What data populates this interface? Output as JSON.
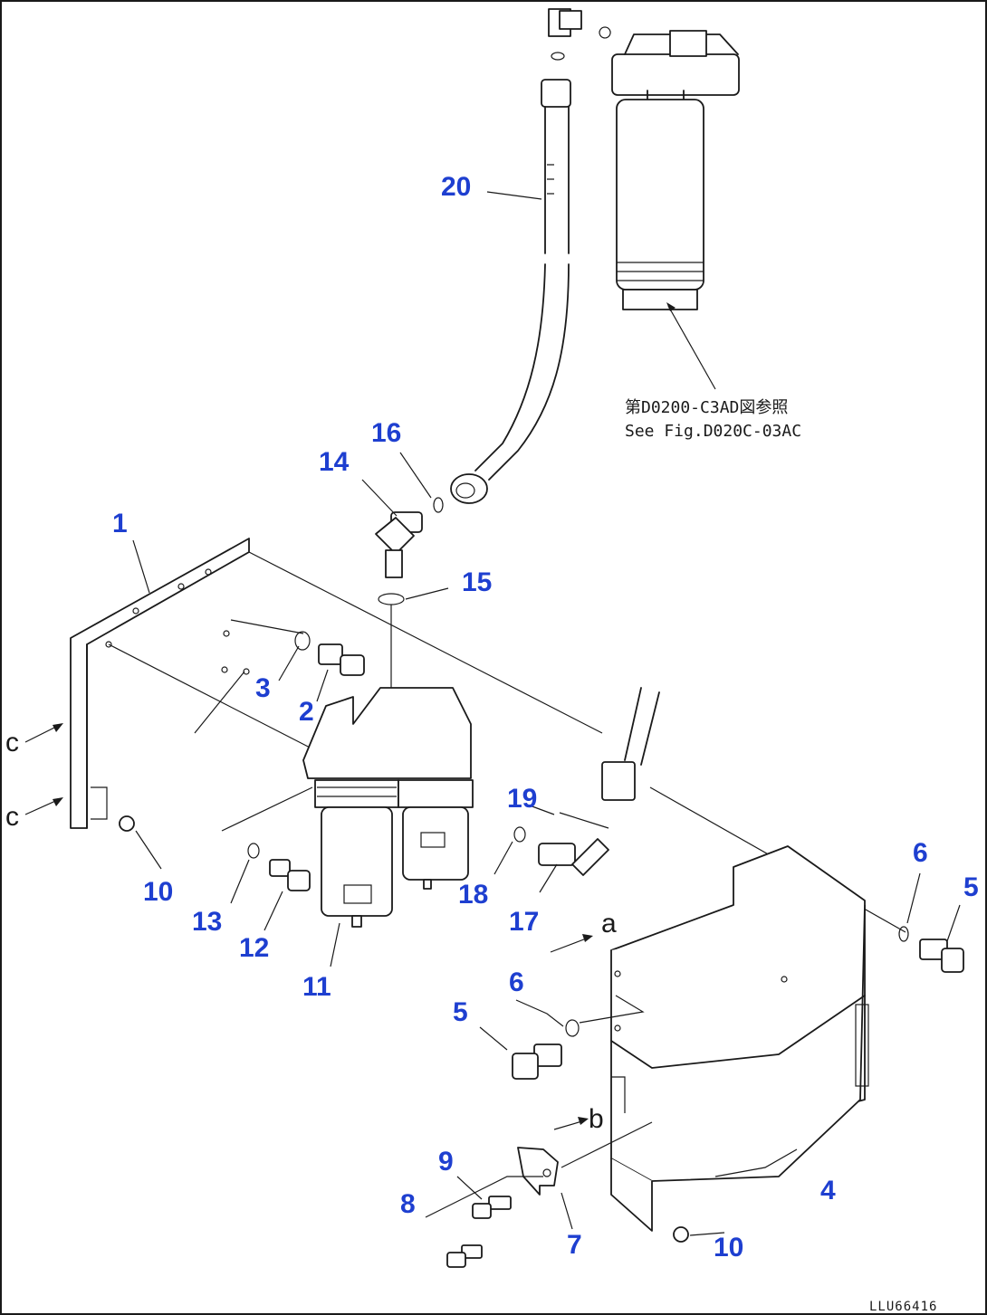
{
  "drawing": {
    "reference_note": {
      "line1": "第D0200-C3AD図参照",
      "line2": "See Fig.D020C-03AC"
    },
    "drawing_code": "LLU66416",
    "view_marks": {
      "a": "a",
      "b": "b",
      "c": "c"
    },
    "callouts": {
      "c1": "1",
      "c2": "2",
      "c3": "3",
      "c4": "4",
      "c5a": "5",
      "c5b": "5",
      "c6a": "6",
      "c6b": "6",
      "c7": "7",
      "c8": "8",
      "c9": "9",
      "c10a": "10",
      "c10b": "10",
      "c11": "11",
      "c12": "12",
      "c13": "13",
      "c14": "14",
      "c15": "15",
      "c16": "16",
      "c17": "17",
      "c18": "18",
      "c19": "19",
      "c20": "20"
    },
    "colors": {
      "callout": "#1e3fd0",
      "line": "#1a1a1a",
      "paper": "#ffffff"
    }
  }
}
